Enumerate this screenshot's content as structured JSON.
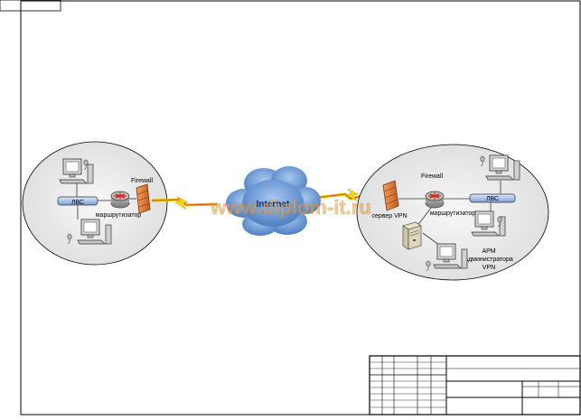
{
  "left_network": {
    "lan_label": "ЛВС",
    "router_label": "маршрутизатор",
    "firewall_label": "Firewall"
  },
  "cloud": {
    "label": "Internet"
  },
  "right_network": {
    "firewall_label": "Firewall",
    "vpn_server_label": "сервер VPN",
    "router_label": "маршрутизатор",
    "lan_label": "ЛВС",
    "admin_label_lines": [
      "АРМ",
      "администратора",
      "VPN"
    ]
  },
  "watermark": "www.diplom-it.ru",
  "colors": {
    "lan_bar": "#9fb8e8",
    "firewall": "#e8833a",
    "cloud": "#4a7fc4",
    "link": "#e8b000",
    "router": "#c83030",
    "ellipse_fill": "#ececec"
  }
}
